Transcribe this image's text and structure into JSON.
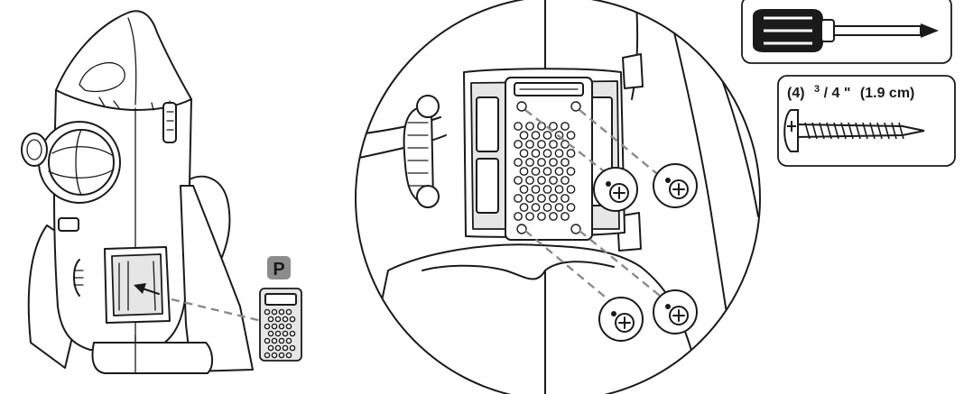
{
  "part_badge": {
    "letter": "P",
    "color": "#8c8c8c"
  },
  "screw_spec": {
    "quantity": "(4)",
    "fraction_num": "3",
    "fraction_den": "4",
    "inch_mark": "\"",
    "metric": "(1.9 cm)"
  },
  "tools": [
    "phillips-screwdriver-icon"
  ],
  "colors": {
    "line": "#1a1a1a",
    "dashed_guide": "#8a8a8a",
    "panel_fill": "#e6e6e6"
  }
}
